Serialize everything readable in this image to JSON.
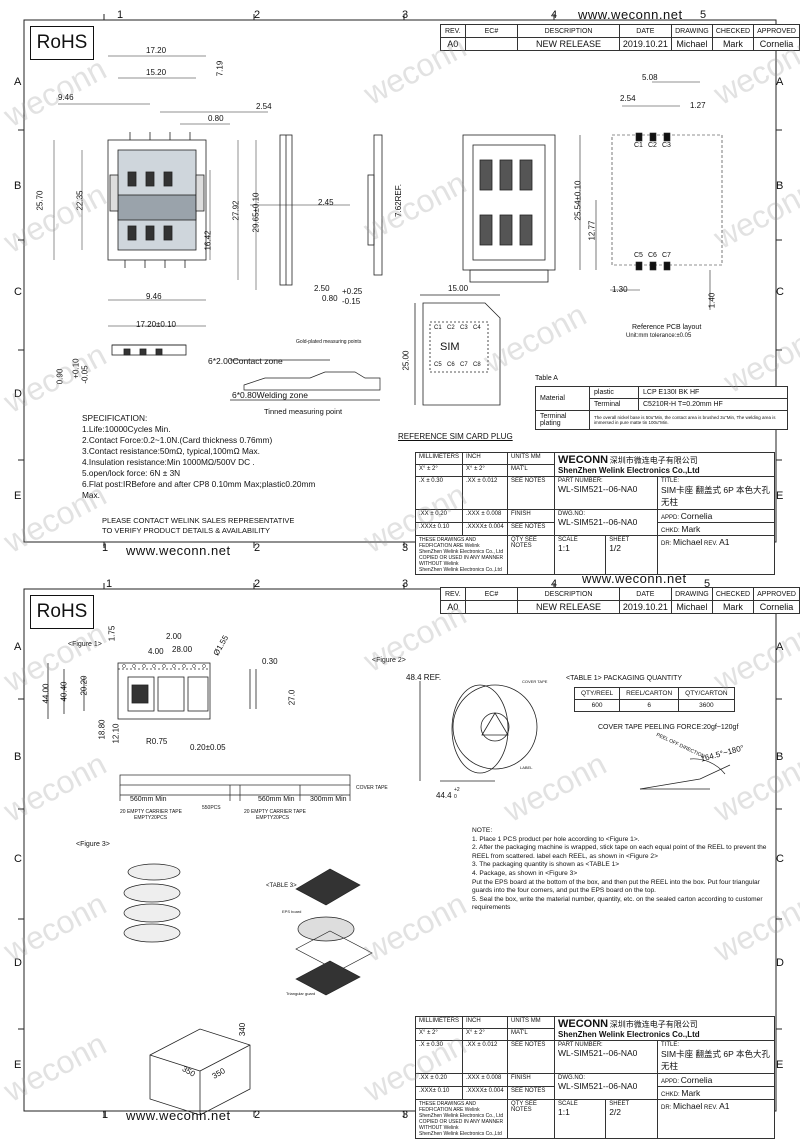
{
  "site": "www.weconn.net",
  "rohs": "RoHS",
  "watermark": "weconn",
  "grid_cols": [
    "1",
    "2",
    "3",
    "4",
    "5"
  ],
  "grid_rows": [
    "A",
    "B",
    "C",
    "D",
    "E"
  ],
  "revision": {
    "headers": [
      "REV.",
      "EC#",
      "DESCRIPTION",
      "DATE",
      "DRAWING",
      "CHECKED",
      "APPROVED"
    ],
    "values": [
      "A0",
      "",
      "NEW RELEASE",
      "2019.10.21",
      "Michael",
      "Mark",
      "Cornelia"
    ]
  },
  "sheet1": {
    "dims": {
      "d1720": "17.20",
      "d1520": "15.20",
      "d719": "7.19",
      "d946": "9.46",
      "d254": "2.54",
      "d080": "0.80",
      "d2570": "25.70",
      "d2235": "22.35",
      "d1642": "16.42",
      "d2792": "27.92",
      "d2965": "29.65±0.10",
      "d245": "2.45",
      "d762": "7.62REF.",
      "d250": "2.50",
      "d080b": "0.80",
      "p025": "+0.25",
      "m015": "-0.15",
      "d946b": "9.46",
      "d1720b": "17.20±0.10",
      "d090": "0.90",
      "p010": "+0.10",
      "m005": "-0.05",
      "d508": "5.08",
      "d254b": "2.54",
      "d127": "1.27",
      "d2554": "25.54±0.10",
      "d1277": "12.77",
      "d130": "1.30",
      "d140": "1.40",
      "d1500": "15.00",
      "d2500": "25.00"
    },
    "contacts": [
      "C1",
      "C2",
      "C3",
      "C5",
      "C6",
      "C7"
    ],
    "card_contacts": [
      "C1",
      "C2",
      "C3",
      "C4",
      "C5",
      "C6",
      "C7",
      "C8"
    ],
    "card_label": "SIM",
    "pcb_note": "Reference PCB layout",
    "pcb_tol": "Unit:mm tolerance:±0.05",
    "contact_zone": "6*2.00Contact zone",
    "gold_note": "Gold-plated measuring points",
    "welding_zone": "6*0.80Welding zone",
    "tinned": "Tinned measuring point",
    "card_plug": "REFERENCE SIM CARD PLUG",
    "spec_title": "SPECIFICATION:",
    "spec": [
      "1.Life:10000Cycles Min.",
      "2.Contact Force:0.2~1.0N.(Card thickness 0.76mm)",
      "3.Contact resistance:50mΩ, typical,100mΩ Max.",
      "4.Insulation resistance:Min 1000MΩ/500V DC .",
      "5.open/lock force: 6N ± 3N",
      "6.Flat post:IRBefore and after CP8 0.10mm Max;plastic0.20mm",
      "Max."
    ],
    "contact_note": [
      "PLEASE CONTACT WELINK SALES REPRESENTATIVE",
      "TO VERIFY PRODUCT DETAILS & AVAILABILITY"
    ],
    "table_a": "Table A",
    "material": {
      "label": "Material",
      "plastic": "plastic",
      "plastic_val": "LCP E130I BK HF",
      "terminal": "Terminal",
      "terminal_val": "C5210R-H T=0.20mm HF",
      "plating": "Terminal plating",
      "plating_val": "The overall nickel base is 50u\"Min, the contact area is brushed 3u\"Min, The welding area is immersed in pure matte tin 100u\"Min."
    },
    "sheet_no": "1/2"
  },
  "sheet2": {
    "fig1": "<Figure 1>",
    "fig2": "<Figure 2>",
    "fig3": "<Figure 3>",
    "table3": "<TABLE 3>",
    "dims": {
      "d175": "1.75",
      "d200": "2.00",
      "d400": "4.00",
      "d2800": "28.00",
      "d155": "Ø1.55",
      "d030": "0.30",
      "d4400": "44.00",
      "d4040": "40.40",
      "d2020": "20.20",
      "d270": "27.0",
      "d1880": "18.80",
      "d1210": "12.10",
      "r075": "R0.75",
      "d020": "0.20±0.05",
      "d484": "48.4 REF.",
      "d444": "44.4",
      "p2": "+2",
      "m0": "0",
      "d164": "164.5°~180°",
      "box1": "350",
      "box2": "350",
      "box3": "340"
    },
    "carrier": [
      "560mm  Min",
      "550PCS",
      "560mm  Min",
      "300mm Min"
    ],
    "carrier_sub": [
      "20 EMPTY CARRIER TAPE",
      "EMPTY20PCS",
      "20 EMPTY CARRIER TAPE",
      "EMPTY20PCS"
    ],
    "cover_tape": "COVER TAPE",
    "peel": "PEEL OFF DIRECTION",
    "reel_labels": [
      "COVER TAPE",
      "LABEL"
    ],
    "table1_title": "<TABLE 1> PACKAGING QUANTITY",
    "table1_headers": [
      "QTY/REEL",
      "REEL/CARTON",
      "QTY/CARTON"
    ],
    "table1_values": [
      "600",
      "6",
      "3600"
    ],
    "peel_force": "COVER TAPE PEELING FORCE:20gf~120gf",
    "eps_labels": [
      "EPS board",
      "Triangular guard"
    ],
    "notes_title": "NOTE:",
    "notes": [
      "1. Place 1 PCS product per hole according to <Figure 1>.",
      "2. After the packaging machine is wrapped, stick tape on each equal point of the REEL to prevent the REEL from scattered. label each REEL, as shown in <Figure 2>",
      "3. The packaging quantity is shown as <TABLE 1>",
      "4. Package, as shown in <Figure 3>",
      "Put the EPS board at the bottom of the box, and then put the REEL into the box. Put four triangular guards into the four corners, and put the EPS board on the top.",
      "5. Seal the box, write the material number, quantity, etc. on the sealed carton according to customer requirements"
    ],
    "sheet_no": "2/2"
  },
  "title_block": {
    "tol_h": [
      "MILLIMETERS",
      "INCH",
      "UNITS",
      "MM"
    ],
    "tol_rows": [
      [
        "X°  ±  2°",
        "X°  ±  2°"
      ],
      [
        ".X   ± 0.30",
        ".XX   ± 0.012"
      ],
      [
        ".XX  ± 0.20",
        ".XXX  ± 0.008"
      ],
      [
        ".XXX± 0.10",
        ".XXXX± 0.004"
      ]
    ],
    "matl": "MAT'L",
    "see_notes": "SEE NOTES",
    "finish": "FINISH",
    "qty": "QTY",
    "legal": [
      "THESE DRAWINGS AND FEDFICATION  ARE Welink",
      "ShenZhen Welink Electronics Co., Ltd",
      "COPIED OR USED IN ANY MANNER WITHOUT Welink",
      "ShenZhen Welink Electronics Co.,Ltd"
    ],
    "company_logo": "WECONN",
    "company_cn": "深圳市微连电子有限公司",
    "company_en": "ShenZhen Welink Electronics Co.,Ltd",
    "part_label": "PART NUMBER:",
    "part": "WL-SIM521--06-NA0",
    "title_label": "TITLE:",
    "title": "SIM卡座 翻盖式 6P 本色大孔无柱",
    "dwg_label": "DWG.NO:",
    "dwg": "WL-SIM521--06-NA0",
    "scale_h": [
      "SCALE",
      "SHEET",
      "REV."
    ],
    "scale": "1:1",
    "rev": "A1",
    "appd_label": "APPD:",
    "appd": "Cornelia",
    "chkd_label": "CHKD:",
    "chkd": "Mark",
    "dr_label": "DR:",
    "dr": "Michael"
  }
}
